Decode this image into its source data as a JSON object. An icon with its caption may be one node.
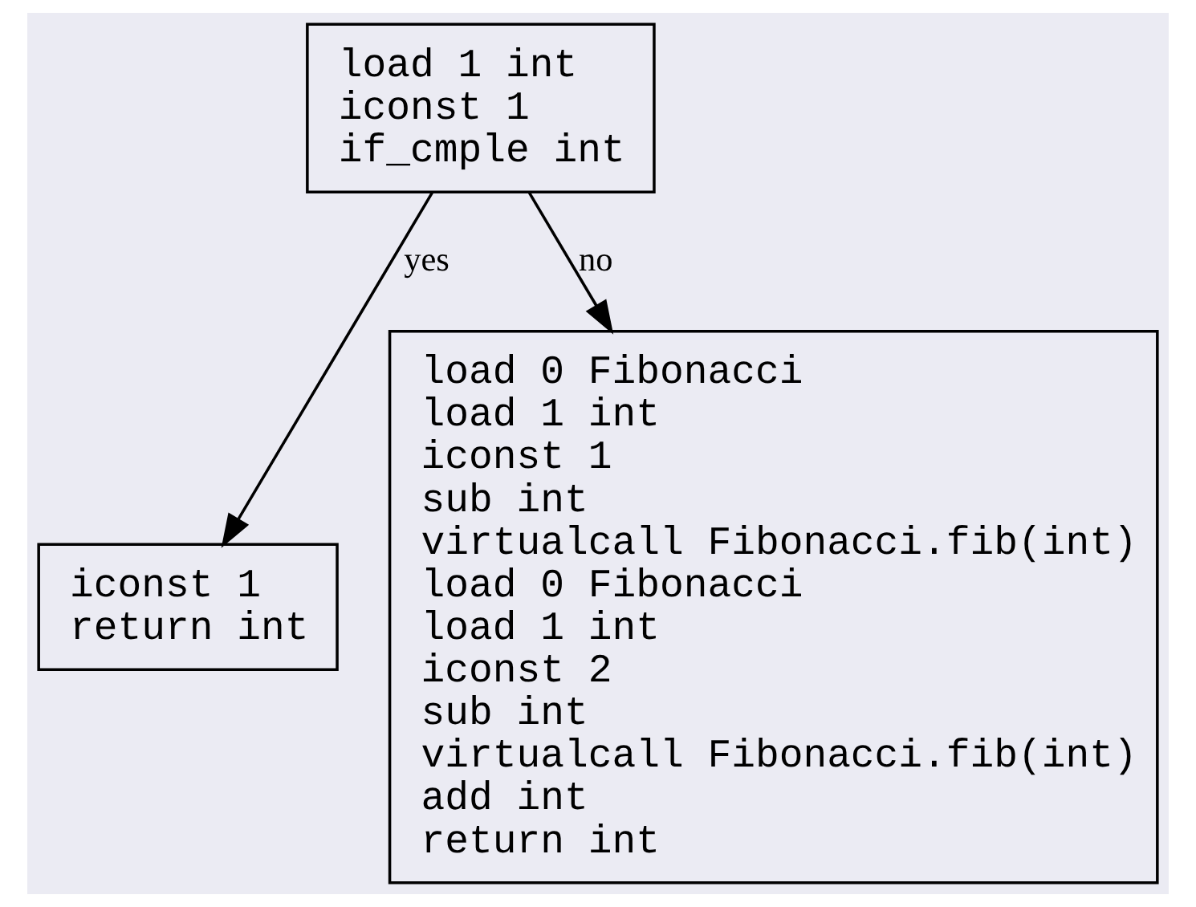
{
  "diagram": {
    "nodes": [
      {
        "text": [
          "load 1 int",
          "iconst 1",
          "if_cmple int"
        ]
      },
      {
        "text": [
          "iconst 1",
          "return int"
        ]
      },
      {
        "text": [
          "load 0 Fibonacci",
          "load 1 int",
          "iconst 1",
          "sub int",
          "virtualcall Fibonacci.fib(int)",
          "load 0 Fibonacci",
          "load 1 int",
          "iconst 2",
          "sub int",
          "virtualcall Fibonacci.fib(int)",
          "add int",
          "return int"
        ]
      }
    ],
    "edges": [
      {
        "from": 0,
        "to": 1,
        "arrow": "to",
        "label": "yes"
      },
      {
        "from": 0,
        "to": 2,
        "arrow": "to",
        "label": "no"
      }
    ]
  }
}
